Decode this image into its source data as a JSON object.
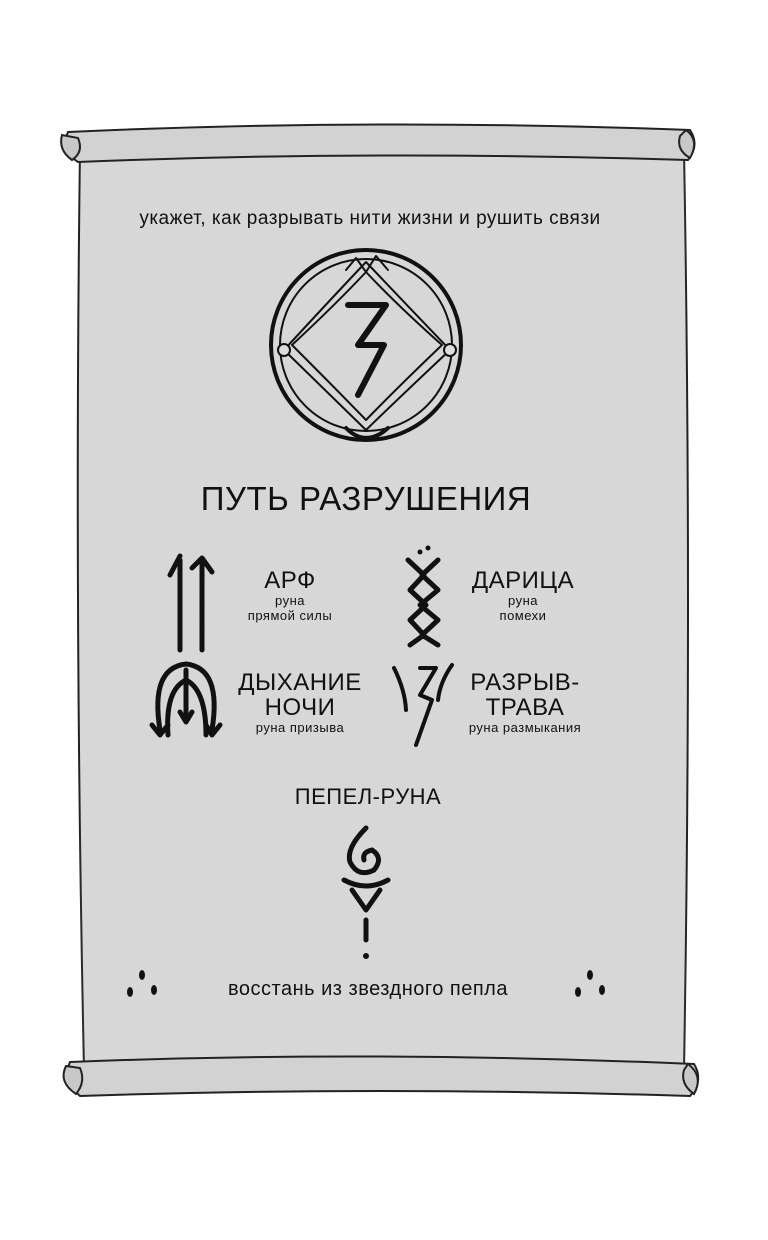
{
  "scroll": {
    "intro": "укажет, как разрывать нити жизни и рушить связи",
    "title": "ПУТЬ РАЗРУШЕНИЯ",
    "runes": [
      {
        "name": "АРФ",
        "sub1": "руна",
        "sub2": "прямой силы"
      },
      {
        "name": "ДАРИЦА",
        "sub1": "руна",
        "sub2": "помехи"
      },
      {
        "name1": "ДЫХАНИЕ",
        "name2": "НОЧИ",
        "sub": "руна призыва"
      },
      {
        "name1": "РАЗРЫВ-",
        "name2": "ТРАВА",
        "sub": "руна размыкания"
      }
    ],
    "ash_rune": "ПЕПЕЛ-РУНА",
    "closing": "восстань из звездного пепла"
  },
  "colors": {
    "paper": "#d9d9d9",
    "ink": "#111111",
    "background": "#ffffff"
  }
}
